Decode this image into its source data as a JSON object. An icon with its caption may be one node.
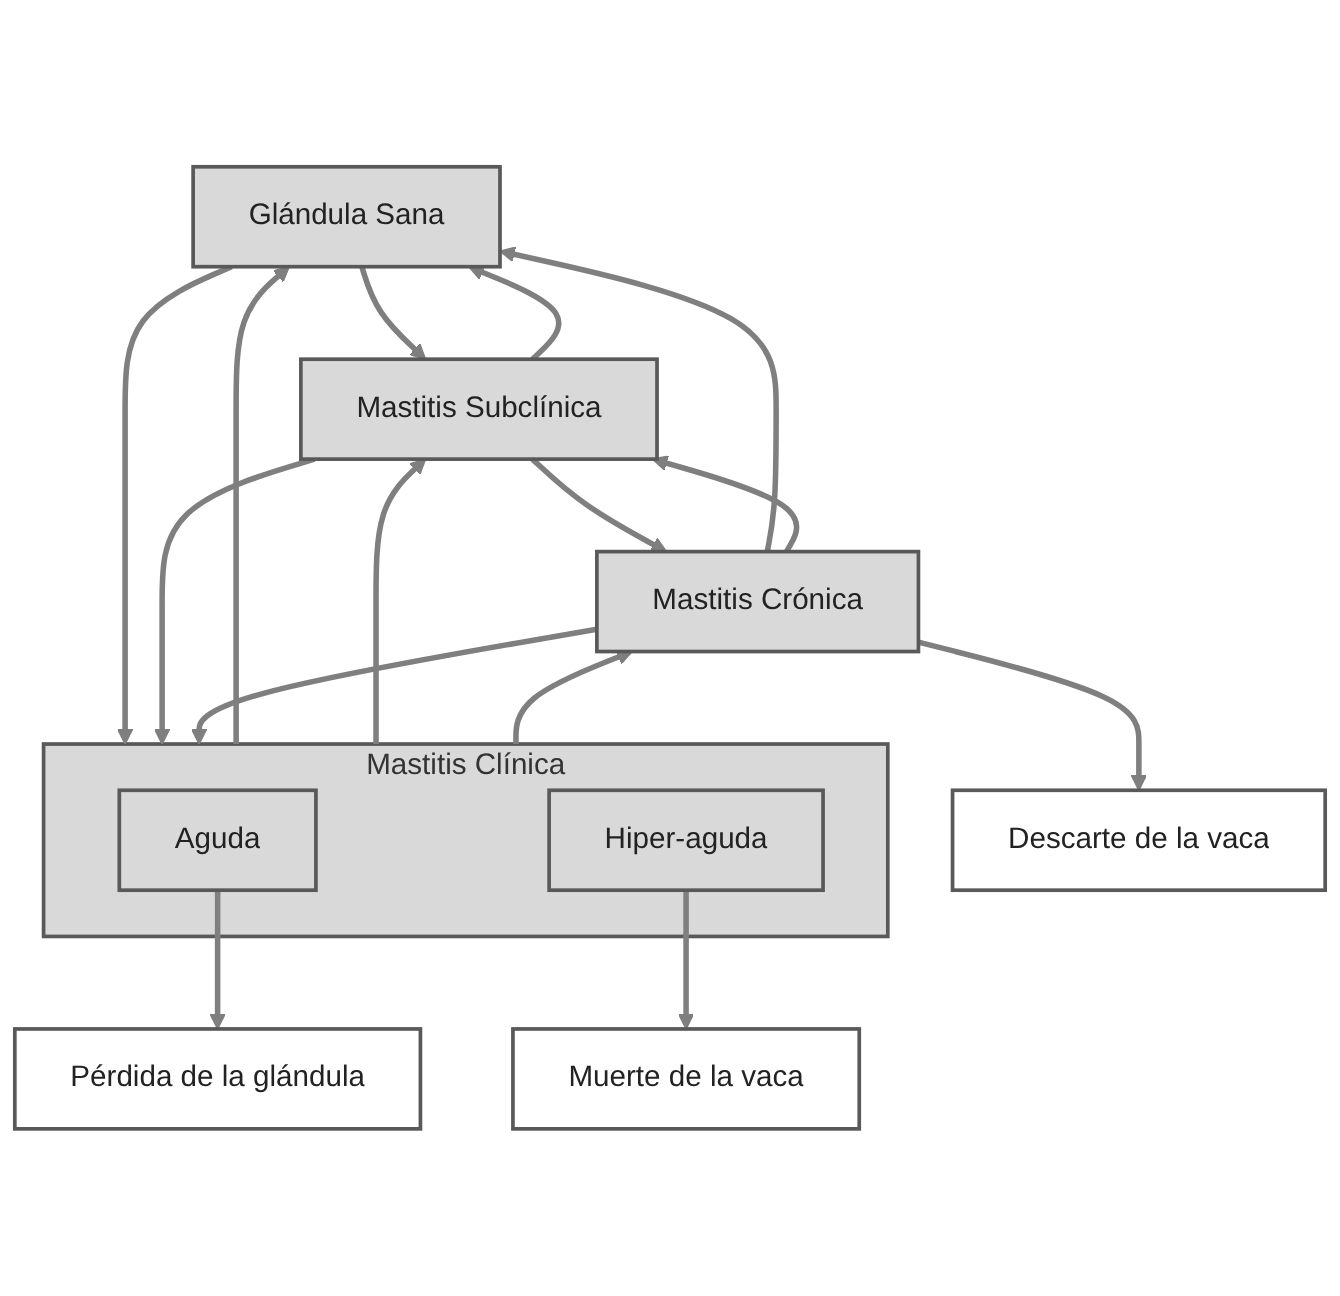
{
  "diagram": {
    "nodes": [
      {
        "text": [
          "Glándula Sana"
        ]
      },
      {
        "text": [
          "Pérdida de la glándula"
        ]
      },
      {
        "text": [
          "Mastitis Subclínica"
        ]
      },
      {
        "text": [
          "Mastitis Clínica"
        ]
      },
      {
        "text": [
          "Aguda"
        ],
        "in": 3
      },
      {
        "text": [
          "Hiper-aguda"
        ],
        "in": 3
      },
      {
        "text": [
          "Mastitis Crónica"
        ]
      },
      {
        "text": [
          "Muerte de la vaca"
        ]
      },
      {
        "text": [
          "Descarte de la vaca"
        ]
      }
    ],
    "edges": [
      {
        "from": 0,
        "to": 2,
        "arrow": "to"
      },
      {
        "from": 2,
        "to": 0,
        "arrow": "to"
      },
      {
        "from": 0,
        "to": 3,
        "arrow": "to"
      },
      {
        "from": 3,
        "to": 0,
        "arrow": "to"
      },
      {
        "from": 2,
        "to": 3,
        "arrow": "to"
      },
      {
        "from": 3,
        "to": 2,
        "arrow": "to"
      },
      {
        "from": 6,
        "to": 0,
        "arrow": "to"
      },
      {
        "from": 2,
        "to": 6,
        "arrow": "to"
      },
      {
        "from": 6,
        "to": 2,
        "arrow": "to"
      },
      {
        "from": 3,
        "to": 6,
        "arrow": "to"
      },
      {
        "from": 6,
        "to": 3,
        "arrow": "to"
      },
      {
        "from": 4,
        "to": 1,
        "arrow": "to"
      },
      {
        "from": 5,
        "to": 7,
        "arrow": "to"
      },
      {
        "from": 6,
        "to": 8,
        "arrow": "to"
      }
    ]
  }
}
